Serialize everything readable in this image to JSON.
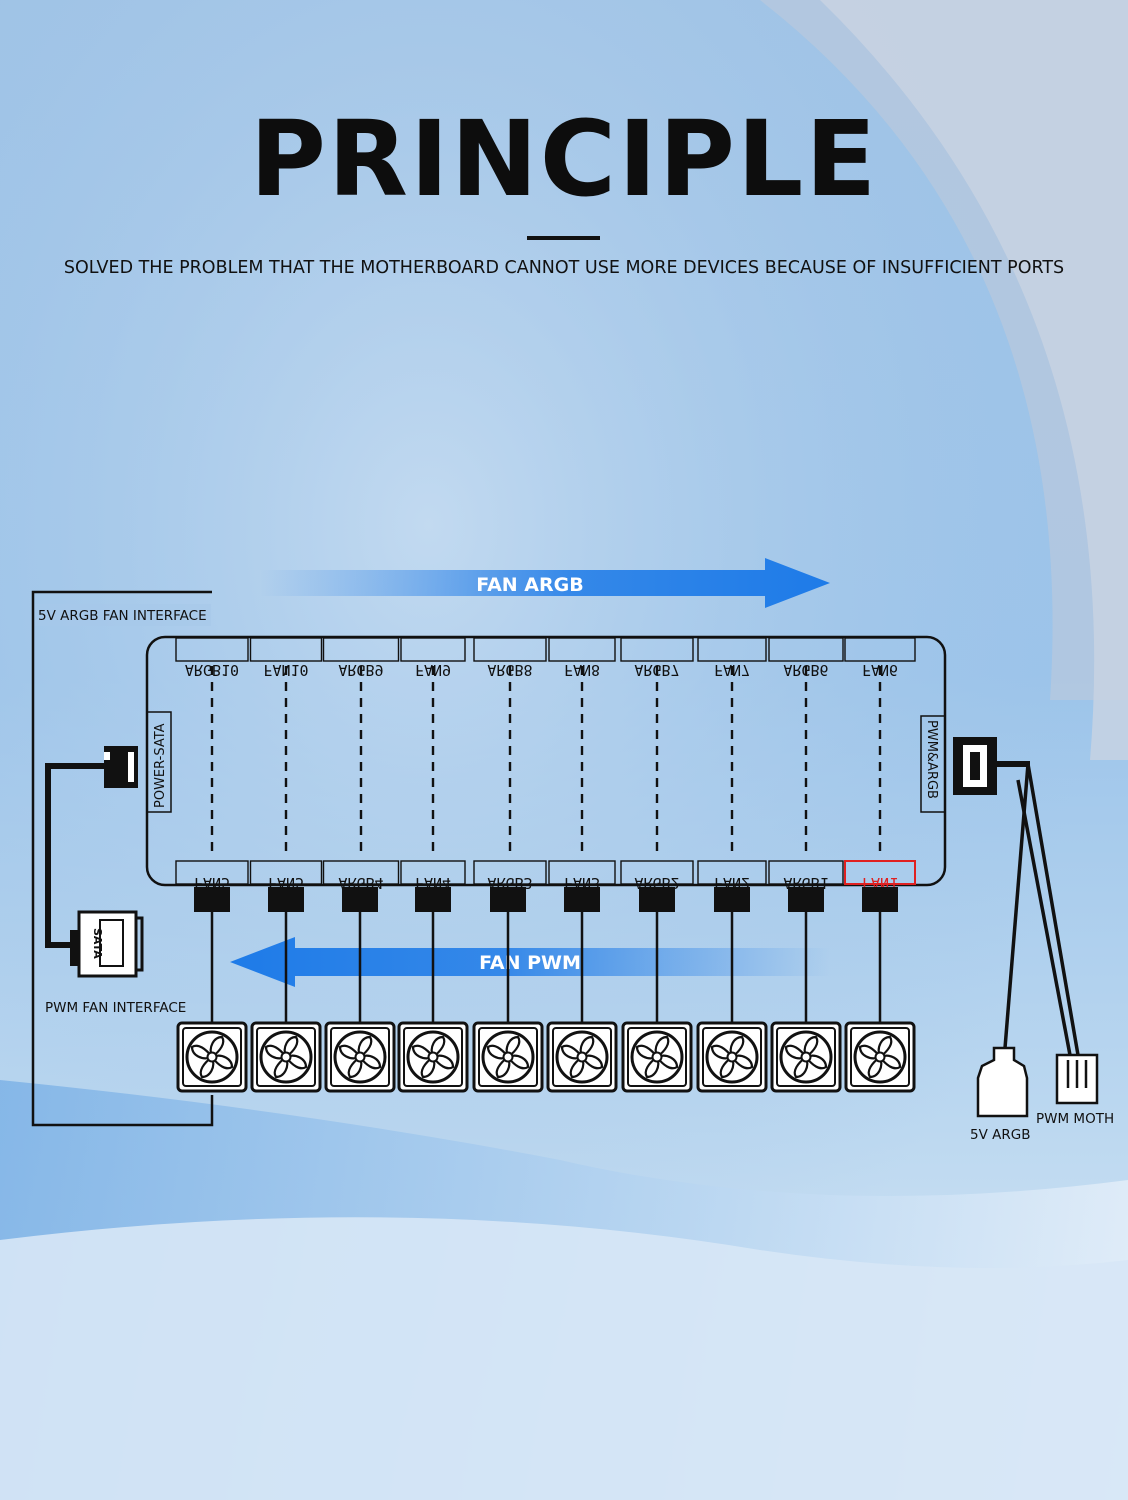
{
  "title": "PRINCIPLE",
  "subtitle": "SOLVED THE PROBLEM THAT THE MOTHERBOARD CANNOT USE MORE DEVICES BECAUSE OF INSUFFICIENT PORTS",
  "colors": {
    "accent_blue": "#1e7be8",
    "highlight_red": "#e02020",
    "line": "#111111"
  },
  "arrows": {
    "fan_argb": "FAN ARGB",
    "fan_pwm": "FAN PWM"
  },
  "labels": {
    "argb_fan_interface": "5V ARGB FAN INTERFACE",
    "pwm_fan_interface": "PWM FAN INTERFACE",
    "power_sata": "POWER-SATA",
    "pwm_argb": "PWM&ARGB",
    "sata_text": "SATA",
    "five_v_argb": "5V ARGB",
    "pwm_moth": "PWM MOTH"
  },
  "top_ports": [
    "ARGB10",
    "FAN10",
    "ARGB9",
    "FAN9",
    "ARGB8",
    "FAN8",
    "ARGB7",
    "FAN7",
    "ARGB6",
    "FAN6"
  ],
  "bottom_ports": [
    "FAN5",
    "FAN5",
    "ARGB4",
    "FAN4",
    "ARGB3",
    "FAN3",
    "ARGB2",
    "FAN2",
    "ARGB1",
    "FAN1"
  ],
  "highlighted_port": "FAN1",
  "fan_icon": "fan-icon",
  "fan_count": 10
}
